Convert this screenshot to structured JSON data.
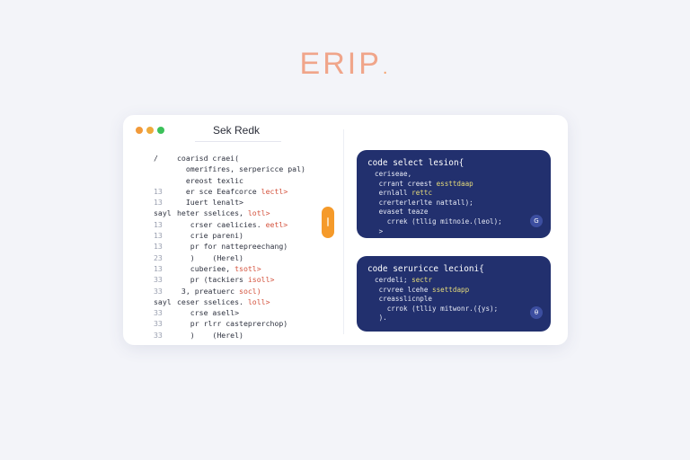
{
  "brand": {
    "name": "ERIP",
    "dot": "."
  },
  "window": {
    "title": "Sek Redk",
    "traffic_lights": [
      "#f29a3a",
      "#eeaa3c",
      "#3cc15a"
    ]
  },
  "code_editor": {
    "lines": [
      {
        "ln": "/",
        "code": "coarisd craei(",
        "kw": ""
      },
      {
        "ln": "",
        "code": "  omerifires, serpericce pal)",
        "kw": ""
      },
      {
        "ln": "",
        "code": "  ereost texlic",
        "kw": ""
      },
      {
        "ln": "13",
        "code": "  er sce Eeafcorce ",
        "kw": "lectl>"
      },
      {
        "ln": "13",
        "code": "  Iuert lenalt>",
        "kw": ""
      },
      {
        "ln": "sayl",
        "code": "heter sselices, ",
        "kw": "lotl>"
      },
      {
        "ln": "13",
        "code": "   crser caelicies. ",
        "kw": "eetl>"
      },
      {
        "ln": "13",
        "code": "   crie pareni)",
        "kw": ""
      },
      {
        "ln": "13",
        "code": "   pr for nattepreechang)",
        "kw": ""
      },
      {
        "ln": "23",
        "code": "   )    (Herel)",
        "kw": ""
      },
      {
        "ln": "13",
        "code": "   cuberiee, ",
        "kw": "tsotl>"
      },
      {
        "ln": "33",
        "code": "   pr (tackiers ",
        "kw": "isoll>"
      },
      {
        "ln": "33",
        "code": " 3, preatuerc ",
        "kw": "socl)"
      },
      {
        "ln": "sayl",
        "code": "ceser sselices. ",
        "kw": "loll>"
      },
      {
        "ln": "33",
        "code": "   crse asell>",
        "kw": ""
      },
      {
        "ln": "33",
        "code": "   pr rlrr casteprerchop)",
        "kw": ""
      },
      {
        "ln": "33",
        "code": "   )    (Herel)",
        "kw": ""
      }
    ]
  },
  "cards": [
    {
      "title": "code select lesion{",
      "lines": [
        {
          "text": "ceriseae,",
          "hl": ""
        },
        {
          "text": " crrant creest ",
          "hl": "essttdaap"
        },
        {
          "text": " ernlall ",
          "hl": "rettc"
        },
        {
          "text": " crerterlerlte nattall);",
          "hl": ""
        },
        {
          "text": " evaset teaze",
          "hl": ""
        },
        {
          "text": "   crrek (tllig mitnoie.(leol);",
          "hl": ""
        },
        {
          "text": " >",
          "hl": ""
        }
      ],
      "badge": "G"
    },
    {
      "title": "code seruricce lecioni{",
      "lines": [
        {
          "text": "cerdeli; ",
          "hl": "sectr"
        },
        {
          "text": " crvree lcehe ",
          "hl": "ssettdapp"
        },
        {
          "text": " creasslicnple",
          "hl": ""
        },
        {
          "text": "   crrok (tlliy mitwonr.({ys);",
          "hl": ""
        },
        {
          "text": " ).",
          "hl": ""
        }
      ],
      "badge": "θ"
    }
  ]
}
